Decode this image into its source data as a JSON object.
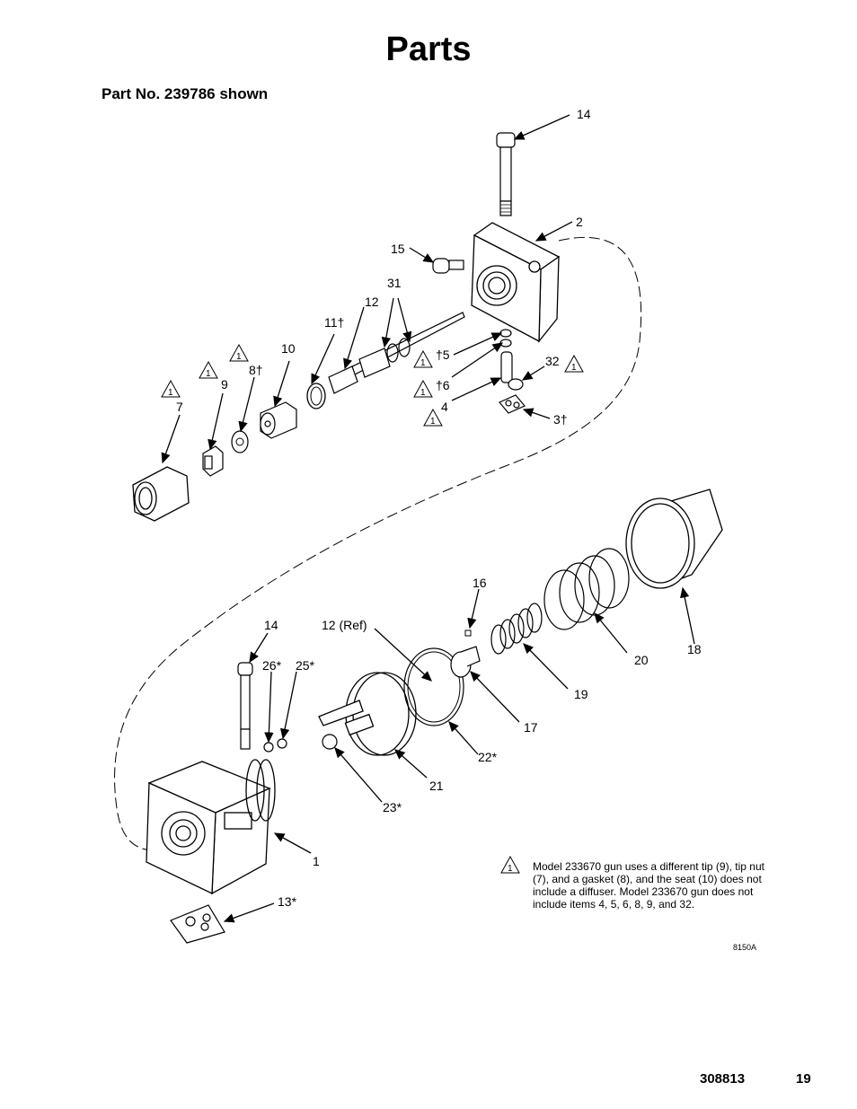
{
  "page": {
    "title": "Parts",
    "subtitle": "Part No. 239786 shown",
    "figure_id": "8150A",
    "doc_number": "308813",
    "page_number": "19"
  },
  "note": {
    "marker": "1",
    "text": "Model 233670 gun uses a different tip (9), tip nut (7), and a gasket (8), and the seat (10) does not include a diffuser.  Model 233670 gun does not include items 4, 5, 6, 8, 9, and 32."
  },
  "callouts": {
    "c14_top": "14",
    "c2": "2",
    "c15": "15",
    "c31": "31",
    "c12": "12",
    "c11": "11†",
    "c10": "10",
    "c8": "8†",
    "c9": "9",
    "c7": "7",
    "c5": "†5",
    "c6": "†6",
    "c4": "4",
    "c32": "32",
    "c3": "3†",
    "c16": "16",
    "c14_bottom": "14",
    "c12ref": "12 (Ref)",
    "c26": "26*",
    "c25": "25*",
    "c20": "20",
    "c18": "18",
    "c19": "19",
    "c17": "17",
    "c22": "22*",
    "c21": "21",
    "c23": "23*",
    "c1": "1",
    "c13": "13*"
  },
  "triangle_marker": "1"
}
